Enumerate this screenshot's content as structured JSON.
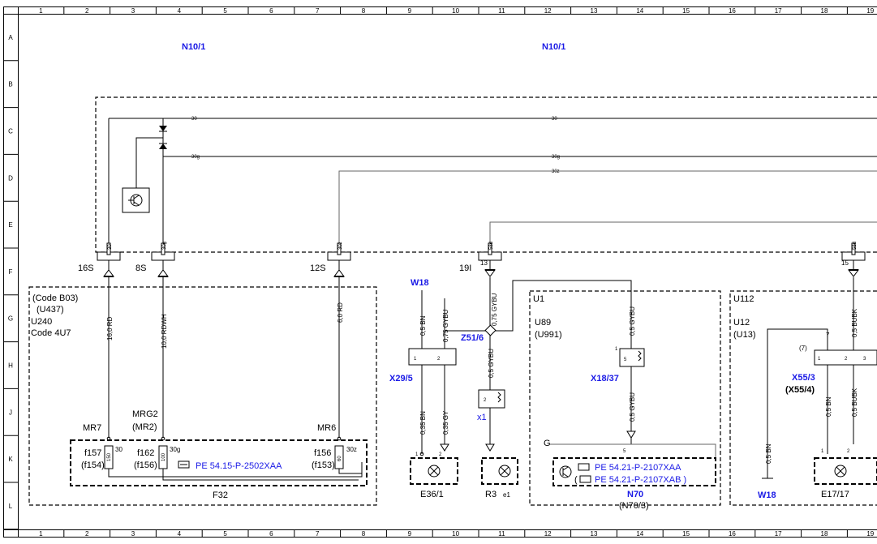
{
  "grid": {
    "columns": [
      "1",
      "2",
      "3",
      "4",
      "5",
      "6",
      "7",
      "8",
      "9",
      "10",
      "11",
      "12",
      "13",
      "14",
      "15",
      "16",
      "17",
      "18",
      "19"
    ],
    "rows": [
      "A",
      "B",
      "C",
      "D",
      "E",
      "F",
      "G",
      "H",
      "J",
      "K",
      "L"
    ]
  },
  "module_top": {
    "left_id": "N10/1",
    "right_id": "N10/1"
  },
  "bus": {
    "line_30": "30",
    "line_30g": "30g",
    "line_30z": "30z",
    "pin_58d": "58d"
  },
  "connectors": {
    "s16": "16S",
    "s8": "8S",
    "s12": "12S",
    "s19": "19I",
    "pin13": "13",
    "pin15": "15"
  },
  "pins_top": {
    "p30": "30",
    "p30g": "30g",
    "p30z": "30z",
    "p58d_a": "58d",
    "p58d_b": "58d"
  },
  "wires": {
    "w_16rd": "16,0 RD",
    "w_10rdwh": "10,0 RDWH",
    "w_6rd": "6,0 RD",
    "w_075gybu_a": "0,75 GYBU",
    "w_075gybu_b": "0,75 GYBU",
    "w_05bn_a": "0,5 BN",
    "w_035bn": "0,35 BN",
    "w_035gy": "0,35 GY",
    "w_05gybu_a": "0,5 GYBU",
    "w_05gybu_b": "0,5 GYBU",
    "w_05gybu_c": "0,5 GYBU",
    "w_05bubk_a": "0,5 BUBK",
    "w_05bubk_b": "0,5 BUBK",
    "w_05bn_b": "0,5 BN",
    "w_05bn_c": "0,5 BN"
  },
  "f32": {
    "code_b03": "(Code B03)",
    "u437": "(U437)",
    "u240": "U240",
    "code_4u7": "Code 4U7",
    "mr7": "MR7",
    "mrg2": "MRG2",
    "mr2": "(MR2)",
    "mr6": "MR6",
    "f157": "f157",
    "f154": "(f154)",
    "f162": "f162",
    "f156a": "(f156)",
    "f156": "f156",
    "f153": "(f153)",
    "t30a": "30",
    "t30g": "30g",
    "t30z": "30z",
    "fuse_157": "150",
    "fuse_162": "100",
    "fuse_156": "60",
    "pe_ref": "PE 54.15-P-2502XAA",
    "name": "F32"
  },
  "center": {
    "w18_top": "W18",
    "x29_5": "X29/5",
    "z51_6": "Z51/6",
    "x1": "x1",
    "e36_1": "E36/1",
    "r3": "R3",
    "e1": "e1",
    "p1": "1",
    "p2": "2"
  },
  "n70": {
    "u1": "U1",
    "u89": "U89",
    "u991": "(U991)",
    "x18_37": "X18/37",
    "g": "G",
    "pin1": "1",
    "pin5a": "5",
    "pin5b": "5",
    "pe_a": "PE 54.21-P-2107XAA",
    "pe_b": "PE 54.21-P-2107XAB )",
    "paren": "(",
    "name": "N70",
    "alt": "(N70/3)"
  },
  "right": {
    "u112": "U112",
    "u12": "U12",
    "u13": "(U13)",
    "n7": "7",
    "n7p": "(7)",
    "x55_3": "X55/3",
    "x55_4": "(X55/4)",
    "w18_bottom": "W18",
    "e17_17": "E17/17",
    "p1": "1",
    "p2": "2",
    "p3": "3"
  }
}
